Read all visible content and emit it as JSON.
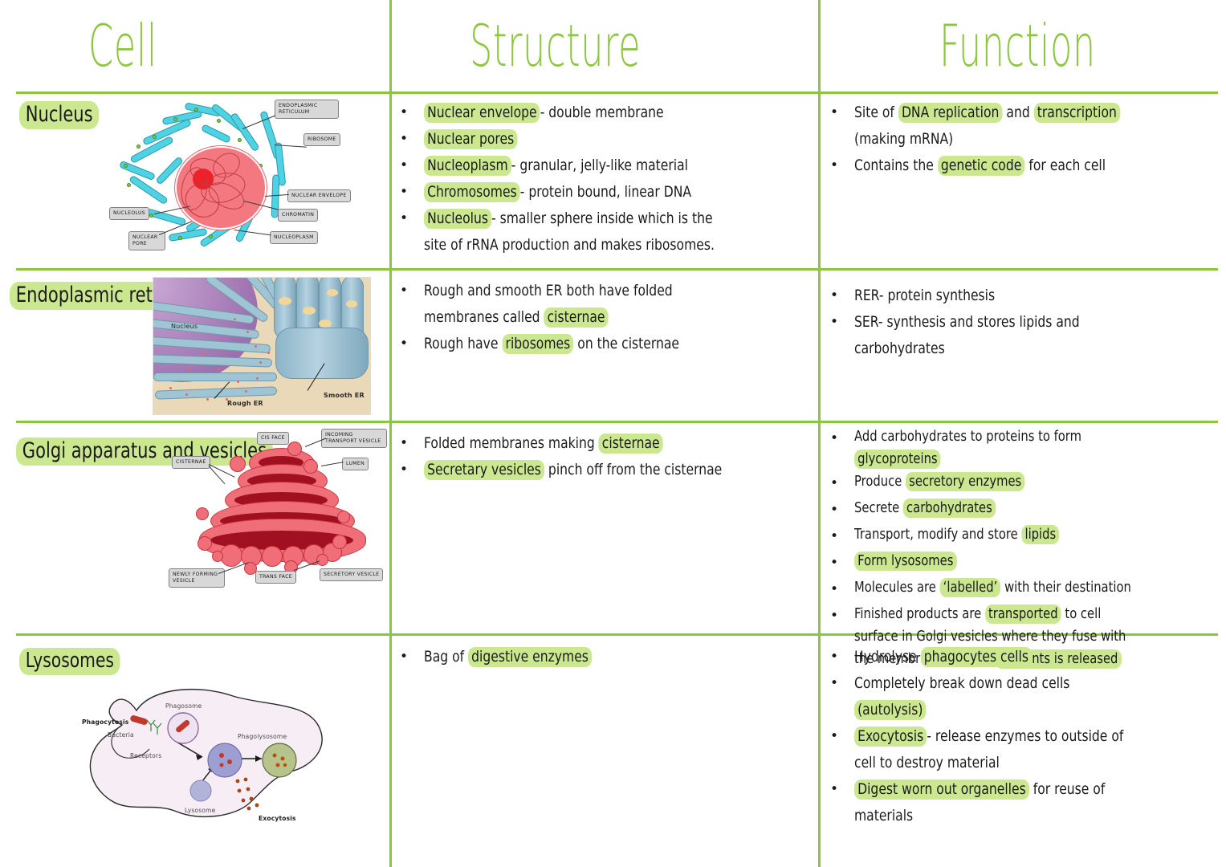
{
  "page": {
    "title": "Cell Structure and Function revision table",
    "accent_green": "#8cc63e",
    "highlight_green": "#cbe890",
    "text_color": "#1a1a1a"
  },
  "headers": {
    "col1": "Cell",
    "col2": "Structure",
    "col3": "Function"
  },
  "rows": [
    {
      "id": "nucleus",
      "label": "Nucleus",
      "diagram_labels": {
        "endoplasmic_reticulum": "ENDOPLASMIC RETICULUM",
        "ribosome": "RIBOSOME",
        "nuclear_envelope": "NUCLEAR   ENVELOPE",
        "chromatin": "CHROMATIN",
        "nucleoplasm": "NUCLEOPLASM",
        "nucleolus": "NUCLEOLUS",
        "nuclear_pore": "NUCLEAR PORE"
      },
      "structure": [
        [
          {
            "t": "Nuclear envelope",
            "hl": true
          },
          {
            "t": "- double membrane",
            "hl": false
          }
        ],
        [
          {
            "t": "Nuclear pores",
            "hl": true
          }
        ],
        [
          {
            "t": "Nucleoplasm",
            "hl": true
          },
          {
            "t": "- granular, jelly-like material",
            "hl": false
          }
        ],
        [
          {
            "t": "Chromosomes",
            "hl": true
          },
          {
            "t": "- protein bound, linear DNA",
            "hl": false
          }
        ],
        [
          {
            "t": "Nucleolus",
            "hl": true
          },
          {
            "t": "- smaller sphere inside which is the site of rRNA production and makes ribosomes.",
            "hl": false
          }
        ]
      ],
      "function": [
        [
          {
            "t": "Site of ",
            "hl": false
          },
          {
            "t": "DNA replication",
            "hl": true
          },
          {
            "t": " and ",
            "hl": false
          },
          {
            "t": "transcription",
            "hl": true
          },
          {
            "t": " (making mRNA)",
            "hl": false
          }
        ],
        [
          {
            "t": "Contains the ",
            "hl": false
          },
          {
            "t": "genetic code",
            "hl": true
          },
          {
            "t": " for each cell",
            "hl": false
          }
        ]
      ]
    },
    {
      "id": "endoplasmic-reticulum",
      "label": "Endoplasmic reticulum",
      "diagram_labels": {
        "nucleus": "Nucleus",
        "rough_er": "Rough ER",
        "smooth_er": "Smooth ER"
      },
      "structure": [
        [
          {
            "t": "Rough and smooth ER both have folded membranes called ",
            "hl": false
          },
          {
            "t": "cisternae",
            "hl": true
          }
        ],
        [
          {
            "t": "Rough have ",
            "hl": false
          },
          {
            "t": "ribosomes",
            "hl": true
          },
          {
            "t": " on the cisternae",
            "hl": false
          }
        ]
      ],
      "function": [
        [
          {
            "t": "RER- protein synthesis",
            "hl": false
          }
        ],
        [
          {
            "t": "SER- synthesis and stores lipids and carbohydrates",
            "hl": false
          }
        ]
      ]
    },
    {
      "id": "golgi",
      "label": "Golgi apparatus and vesicles",
      "diagram_labels": {
        "cis_face": "CIS  FACE",
        "incoming_transport_vesicle": "INCOMING  TRANSPORT VESICLE",
        "cisternae": "CISTERNAE",
        "lumen": "LUMEN",
        "newly_forming_vesicle": "NEWLY  FORMING VESICLE",
        "trans_face": "TRANS  FACE",
        "secretory_vesicle": "SECRETORY   VESICLE"
      },
      "structure": [
        [
          {
            "t": "Folded membranes making ",
            "hl": false
          },
          {
            "t": "cisternae",
            "hl": true
          }
        ],
        [
          {
            "t": "Secretary vesicles",
            "hl": true
          },
          {
            "t": " pinch off from the cisternae",
            "hl": false
          }
        ]
      ],
      "function": [
        [
          {
            "t": "Add carbohydrates to proteins to form ",
            "hl": false
          },
          {
            "t": "glycoproteins",
            "hl": true
          }
        ],
        [
          {
            "t": "Produce ",
            "hl": false
          },
          {
            "t": "secretory enzymes",
            "hl": true
          }
        ],
        [
          {
            "t": "Secrete ",
            "hl": false
          },
          {
            "t": "carbohydrates",
            "hl": true
          }
        ],
        [
          {
            "t": "Transport, modify and store ",
            "hl": false
          },
          {
            "t": "lipids",
            "hl": true
          }
        ],
        [
          {
            "t": "Form lysosomes",
            "hl": true
          }
        ],
        [
          {
            "t": "Molecules are ",
            "hl": false
          },
          {
            "t": "‘labelled’",
            "hl": true
          },
          {
            "t": " with their destination",
            "hl": false
          }
        ],
        [
          {
            "t": "Finished products are ",
            "hl": false
          },
          {
            "t": "transported",
            "hl": true
          },
          {
            "t": " to cell surface in Golgi vesicles where they fuse with the membrane and the ",
            "hl": false
          },
          {
            "t": "contents is released",
            "hl": true
          }
        ]
      ]
    },
    {
      "id": "lysosomes",
      "label": "Lysosomes",
      "diagram_labels": {
        "phagocytosis": "Phagocytosis",
        "bacteria": "Bacteria",
        "receptors": "Receptors",
        "phagosome": "Phagosome",
        "lysosome": "Lysosome",
        "phagolysosome": "Phagolysosome",
        "exocytosis": "Exocytosis"
      },
      "structure": [
        [
          {
            "t": "Bag of ",
            "hl": false
          },
          {
            "t": "digestive enzymes",
            "hl": true
          }
        ]
      ],
      "function": [
        [
          {
            "t": "Hydrolyse ",
            "hl": false
          },
          {
            "t": "phagocytes cells",
            "hl": true
          }
        ],
        [
          {
            "t": "Completely break down dead cells ",
            "hl": false
          },
          {
            "t": "(autolysis)",
            "hl": true
          }
        ],
        [
          {
            "t": "Exocytosis",
            "hl": true
          },
          {
            "t": "- release enzymes to outside of cell to destroy material",
            "hl": false
          }
        ],
        [
          {
            "t": "Digest worn out organelles",
            "hl": true
          },
          {
            "t": " for reuse of materials",
            "hl": false
          }
        ]
      ]
    }
  ]
}
